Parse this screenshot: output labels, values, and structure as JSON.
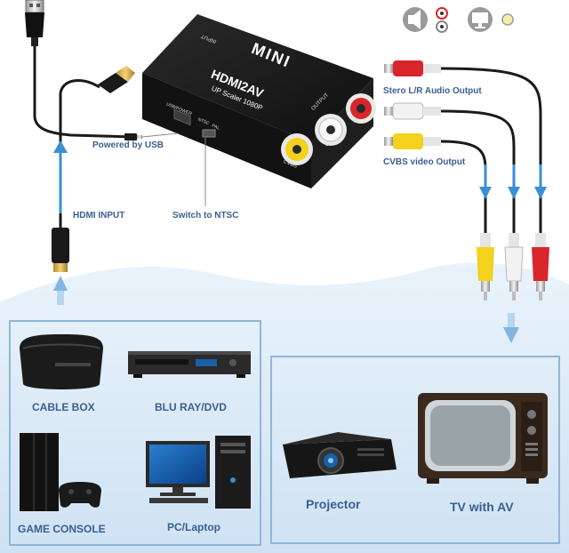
{
  "device": {
    "brand": "MINI",
    "model": "HDMI2AV",
    "subtitle": "UP Scaler 1080P",
    "port_input": "INPUT",
    "port_output": "OUTPUT",
    "port_usb": "USB/POWER",
    "switch_ntsc": "NTSC",
    "switch_pal": "PAL",
    "jack_cvbs": "CVBS",
    "jack_l": "L",
    "jack_r": "R"
  },
  "labels": {
    "powered_by_usb": "Powered by USB",
    "hdmi_input": "HDMI INPUT",
    "switch_to_ntsc": "Switch to NTSC",
    "stereo_audio": "Stero L/R Audio Output",
    "cvbs_video": "CVBS video Output"
  },
  "sources": [
    {
      "label": "CABLE BOX",
      "icon": "cable-box-icon"
    },
    {
      "label": "BLU RAY/DVD",
      "icon": "blu-ray-player-icon"
    },
    {
      "label": "GAME CONSOLE",
      "icon": "game-console-icon"
    },
    {
      "label": "PC/Laptop",
      "icon": "pc-icon"
    }
  ],
  "outputs": [
    {
      "label": "Projector",
      "icon": "projector-icon"
    },
    {
      "label": "TV with AV",
      "icon": "tv-icon"
    }
  ],
  "icons": [
    "speaker-icon",
    "rca-audio-jacks-icon",
    "monitor-icon",
    "rca-video-jack-icon"
  ],
  "colors": {
    "accent_blue": "#3a8fd6",
    "label_blue": "#3a5e93",
    "panel_border": "#8fb6d9",
    "rca_red": "#d8262a",
    "rca_white": "#f2f2f2",
    "rca_yellow": "#f3d11c",
    "device_body": "#1c1c1c"
  }
}
